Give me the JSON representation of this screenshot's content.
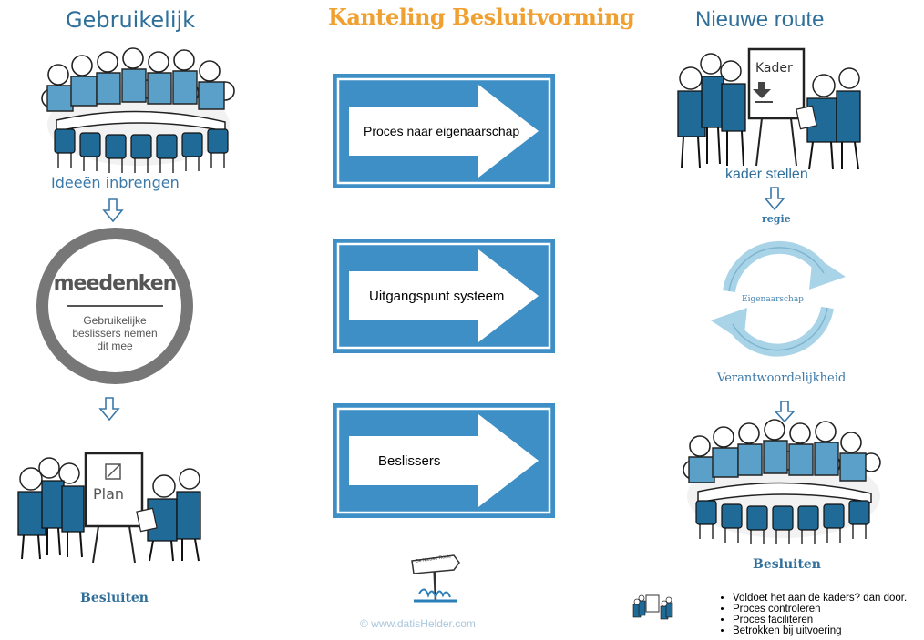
{
  "center": {
    "title": "Kanteling Besluitvorming",
    "signs": [
      {
        "label": "Proces naar eigenaarschap"
      },
      {
        "label": "Uitgangspunt systeem"
      },
      {
        "label": "Beslissers"
      }
    ],
    "logo_text": "De Nieuwe Route",
    "copyright": "© www.datisHelder.com"
  },
  "left": {
    "title": "Gebruikelijk",
    "step1": "Ideeën inbrengen",
    "circle_title": "meedenken",
    "circle_text": "Gebruikelijke beslissers nemen dit mee",
    "board_text": "Plan",
    "decision": "Besluiten"
  },
  "right": {
    "title": "Nieuwe route",
    "board_text": "Kader",
    "step1": "kader stellen",
    "cycle_top": "regie",
    "cycle_center": "Eigenaarschap",
    "cycle_bottom": "Verantwoordelijkheid",
    "decision": "Besluiten",
    "bullets": [
      "Voldoet het aan de kaders? dan door.",
      "Proces controleren",
      "Proces faciliteren",
      "Betrokken  bij uitvoering"
    ]
  },
  "colors": {
    "sign_blue": "#3d8fc6",
    "title_orange": "#f0a030",
    "title_blue": "#2f6f9a",
    "circle_gray": "#777777",
    "cycle_blue": "#a9d4e8"
  }
}
